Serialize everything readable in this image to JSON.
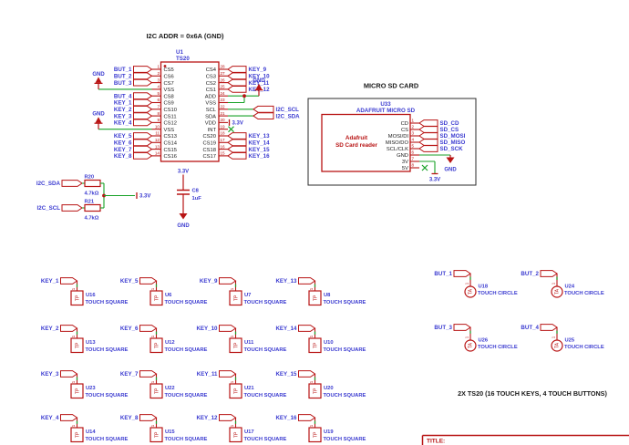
{
  "schematic": {
    "heading": "I2C ADDR = 0x6A (GND)",
    "note": "2X TS20 (16 TOUCH KEYS, 4 TOUCH BUTTONS)",
    "title_block_label": "TITLE:"
  },
  "power": {
    "gnd": "GND",
    "v33": "3.3V"
  },
  "colors": {
    "red": "#b81414",
    "blue": "#3a3ad0",
    "green": "#18a227",
    "black": "#1a1a1a",
    "box_black": "#2b2b2b"
  },
  "ts20": {
    "ref": "U1",
    "part": "TS20",
    "left_pins": [
      {
        "num": "1",
        "name": "CS5",
        "net": "BUT_1",
        "type": "flag"
      },
      {
        "num": "2",
        "name": "CS6",
        "net": "BUT_2",
        "type": "flag"
      },
      {
        "num": "3",
        "name": "CS7",
        "net": "BUT_3",
        "type": "flag"
      },
      {
        "num": "4",
        "name": "VSS",
        "net": "GND",
        "type": "gnd"
      },
      {
        "num": "5",
        "name": "CS8",
        "net": "BUT_4",
        "type": "flag"
      },
      {
        "num": "6",
        "name": "CS9",
        "net": "KEY_1",
        "type": "flag"
      },
      {
        "num": "7",
        "name": "CS10",
        "net": "KEY_2",
        "type": "flag"
      },
      {
        "num": "8",
        "name": "CS11",
        "net": "KEY_3",
        "type": "flag"
      },
      {
        "num": "9",
        "name": "CS12",
        "net": "KEY_4",
        "type": "flag"
      },
      {
        "num": "10",
        "name": "VSS",
        "net": "GND",
        "type": "gnd"
      },
      {
        "num": "11",
        "name": "CS13",
        "net": "KEY_5",
        "type": "flag"
      },
      {
        "num": "12",
        "name": "CS14",
        "net": "KEY_6",
        "type": "flag"
      },
      {
        "num": "13",
        "name": "CS15",
        "net": "KEY_7",
        "type": "flag"
      },
      {
        "num": "14",
        "name": "CS16",
        "net": "KEY_8",
        "type": "flag"
      }
    ],
    "right_pins": [
      {
        "num": "28",
        "name": "CS4",
        "net": "KEY_9",
        "type": "flag"
      },
      {
        "num": "27",
        "name": "CS3",
        "net": "KEY_10",
        "type": "flag"
      },
      {
        "num": "26",
        "name": "CS2",
        "net": "KEY_11",
        "type": "flag"
      },
      {
        "num": "25",
        "name": "CS1",
        "net": "KEY_12",
        "type": "flag"
      },
      {
        "num": "24",
        "name": "ADD",
        "net": "GND",
        "type": "gnd_a"
      },
      {
        "num": "23",
        "name": "VSS",
        "net": "GND",
        "type": "gnd_b"
      },
      {
        "num": "22",
        "name": "SCL",
        "net": "I2C_SCL",
        "type": "flag_far"
      },
      {
        "num": "21",
        "name": "SDA",
        "net": "I2C_SDA",
        "type": "flag_far"
      },
      {
        "num": "20",
        "name": "VDD",
        "net": "3.3V",
        "type": "power"
      },
      {
        "num": "19",
        "name": "INT",
        "net": "",
        "type": "nc"
      },
      {
        "num": "18",
        "name": "CS20",
        "net": "KEY_13",
        "type": "flag"
      },
      {
        "num": "17",
        "name": "CS19",
        "net": "KEY_14",
        "type": "flag"
      },
      {
        "num": "16",
        "name": "CS18",
        "net": "KEY_15",
        "type": "flag"
      },
      {
        "num": "15",
        "name": "CS17",
        "net": "KEY_16",
        "type": "flag"
      }
    ]
  },
  "pullups": {
    "r20": {
      "ref": "R20",
      "value": "4.7kΩ",
      "net": "I2C_SDA"
    },
    "r21": {
      "ref": "R21",
      "value": "4.7kΩ",
      "net": "I2C_SCL"
    }
  },
  "cap": {
    "ref": "C8",
    "value": "1uF"
  },
  "sd": {
    "title": "MICRO SD CARD",
    "ref": "U33",
    "part": "ADAFRUIT MICRO SD",
    "inner_line1": "Adafruit",
    "inner_line2": "SD Card reader",
    "pins": [
      {
        "num": "1",
        "name": "CD",
        "net": "SD_CD",
        "type": "flag"
      },
      {
        "num": "2",
        "name": "CS",
        "net": "SD_CS",
        "type": "flag"
      },
      {
        "num": "3",
        "name": "MOSI/DI",
        "net": "SD_MOSI",
        "type": "flag"
      },
      {
        "num": "4",
        "name": "MISO/DO",
        "net": "SD_MISO",
        "type": "flag"
      },
      {
        "num": "5",
        "name": "SCL/CLK",
        "net": "SD_SCK",
        "type": "flag"
      },
      {
        "num": "6",
        "name": "GND",
        "net": "GND",
        "type": "gnd"
      },
      {
        "num": "7",
        "name": "3V",
        "net": "3.3V",
        "type": "power"
      },
      {
        "num": "8",
        "name": "5V",
        "net": "",
        "type": "nc"
      }
    ]
  },
  "touch_squares": {
    "part_label": "TOUCH SQUARE",
    "symbol_text": "TP",
    "pin_number": "1",
    "rows": [
      [
        {
          "net": "KEY_1",
          "ref": "U16"
        },
        {
          "net": "KEY_5",
          "ref": "U6"
        },
        {
          "net": "KEY_9",
          "ref": "U7"
        },
        {
          "net": "KEY_13",
          "ref": "U8"
        }
      ],
      [
        {
          "net": "KEY_2",
          "ref": "U13"
        },
        {
          "net": "KEY_6",
          "ref": "U12"
        },
        {
          "net": "KEY_10",
          "ref": "U11"
        },
        {
          "net": "KEY_14",
          "ref": "U10"
        }
      ],
      [
        {
          "net": "KEY_3",
          "ref": "U23"
        },
        {
          "net": "KEY_7",
          "ref": "U22"
        },
        {
          "net": "KEY_11",
          "ref": "U21"
        },
        {
          "net": "KEY_15",
          "ref": "U20"
        }
      ],
      [
        {
          "net": "KEY_4",
          "ref": "U14"
        },
        {
          "net": "KEY_8",
          "ref": "U15"
        },
        {
          "net": "KEY_12",
          "ref": "U17"
        },
        {
          "net": "KEY_16",
          "ref": "U19"
        }
      ]
    ]
  },
  "touch_circles": {
    "part_label": "TOUCH CIRCLE",
    "symbol_text": "TA",
    "pin_number": "1",
    "rows": [
      [
        {
          "net": "BUT_1",
          "ref": "U18"
        },
        {
          "net": "BUT_2",
          "ref": "U24"
        }
      ],
      [
        {
          "net": "BUT_3",
          "ref": "U26"
        },
        {
          "net": "BUT_4",
          "ref": "U25"
        }
      ]
    ]
  }
}
